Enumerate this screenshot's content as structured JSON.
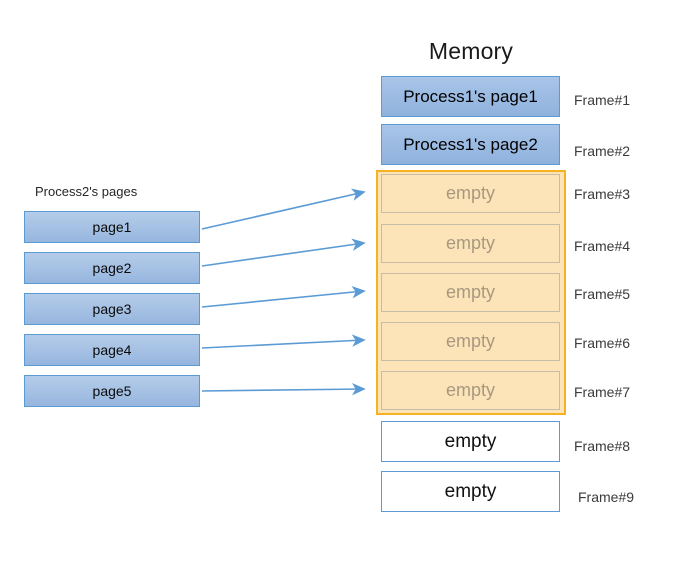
{
  "memory": {
    "title": "Memory",
    "frames": [
      {
        "label": "Frame#1",
        "content": "Process1's page1",
        "style": "filled",
        "highlighted": false
      },
      {
        "label": "Frame#2",
        "content": "Process1's page2",
        "style": "filled",
        "highlighted": false
      },
      {
        "label": "Frame#3",
        "content": "empty",
        "style": "empty-orange",
        "highlighted": true
      },
      {
        "label": "Frame#4",
        "content": "empty",
        "style": "empty-orange",
        "highlighted": true
      },
      {
        "label": "Frame#5",
        "content": "empty",
        "style": "empty-orange",
        "highlighted": true
      },
      {
        "label": "Frame#6",
        "content": "empty",
        "style": "empty-orange",
        "highlighted": true
      },
      {
        "label": "Frame#7",
        "content": "empty",
        "style": "empty-orange",
        "highlighted": true
      },
      {
        "label": "Frame#8",
        "content": "empty",
        "style": "empty-white",
        "highlighted": false
      },
      {
        "label": "Frame#9",
        "content": "empty",
        "style": "empty-white",
        "highlighted": false
      }
    ]
  },
  "process": {
    "label": "Process2's pages",
    "pages": [
      {
        "name": "page1"
      },
      {
        "name": "page2"
      },
      {
        "name": "page3"
      },
      {
        "name": "page4"
      },
      {
        "name": "page5"
      }
    ]
  },
  "mappings": [
    {
      "from": "page1",
      "to": "Frame#3"
    },
    {
      "from": "page2",
      "to": "Frame#4"
    },
    {
      "from": "page3",
      "to": "Frame#5"
    },
    {
      "from": "page4",
      "to": "Frame#6"
    },
    {
      "from": "page5",
      "to": "Frame#7"
    }
  ],
  "colors": {
    "page_fill": "#a6c1e4",
    "page_border": "#5b9bd5",
    "highlight_border": "#f5b323",
    "highlight_fill": "#fce4b8",
    "empty_text": "#a89880",
    "arrow": "#5b9bd5"
  }
}
